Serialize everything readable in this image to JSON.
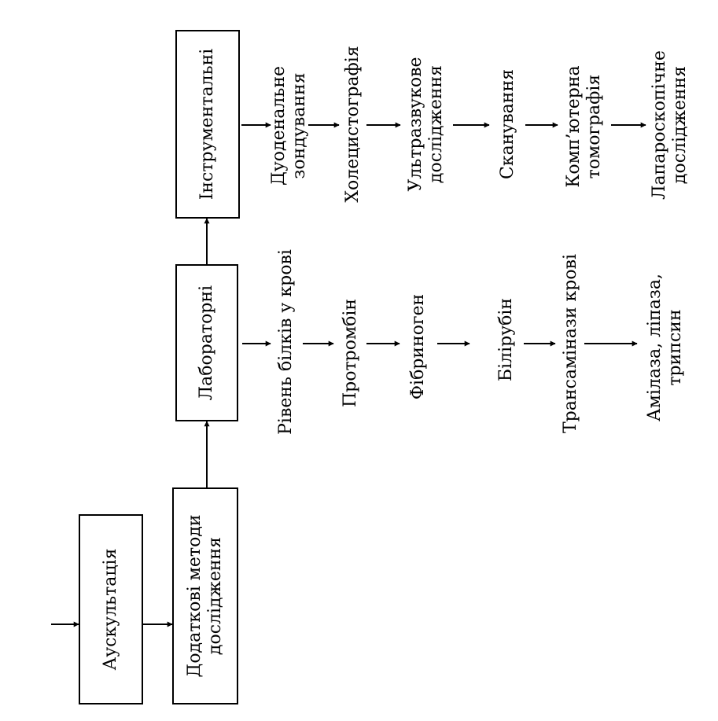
{
  "diagram": {
    "ink_color": "#000000",
    "background_color": "#ffffff",
    "boxes": {
      "auscultation": "Аускультація",
      "additional_methods": [
        "Додаткові методи",
        "дослідження"
      ],
      "laboratory": "Лабораторні",
      "instrumental": "Інструментальні"
    },
    "laboratory_items": {
      "protein": "Рівень білків у крові",
      "prothrombin": "Протромбін",
      "fibrinogen": "Фібриноген",
      "bilirubin": "Білірубін",
      "transaminases": "Трансамінази крові",
      "enzymes": [
        "Амілаза, ліпаза,",
        "трипсин"
      ]
    },
    "instrumental_items": {
      "duodenal": [
        "Дуоденальне",
        "зондування"
      ],
      "cholecystography": "Холецистографія",
      "ultrasound": [
        "Ультразвукове",
        "дослідження"
      ],
      "scanning": "Сканування",
      "ct": [
        "Комп’ютерна",
        "томографія"
      ],
      "laparoscopy": [
        "Лапароскопічне",
        "дослідження"
      ]
    }
  }
}
